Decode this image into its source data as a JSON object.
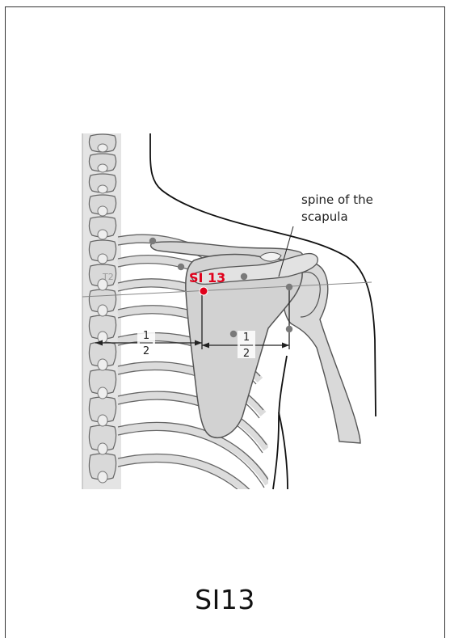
{
  "figure": {
    "caption": "SI13",
    "point_label": "SI 13",
    "label_spine": [
      "spine of the",
      "scapula"
    ],
    "vertebra_label": "T2",
    "fraction_left": {
      "numerator": "1",
      "denominator": "2"
    },
    "fraction_right": {
      "numerator": "1",
      "denominator": "2"
    }
  },
  "colors": {
    "bone_fill": "#dedede",
    "bone_stroke": "#555555",
    "point_red": "#e0001b",
    "reference_dot": "#7a7a7a",
    "outline": "#111111"
  }
}
